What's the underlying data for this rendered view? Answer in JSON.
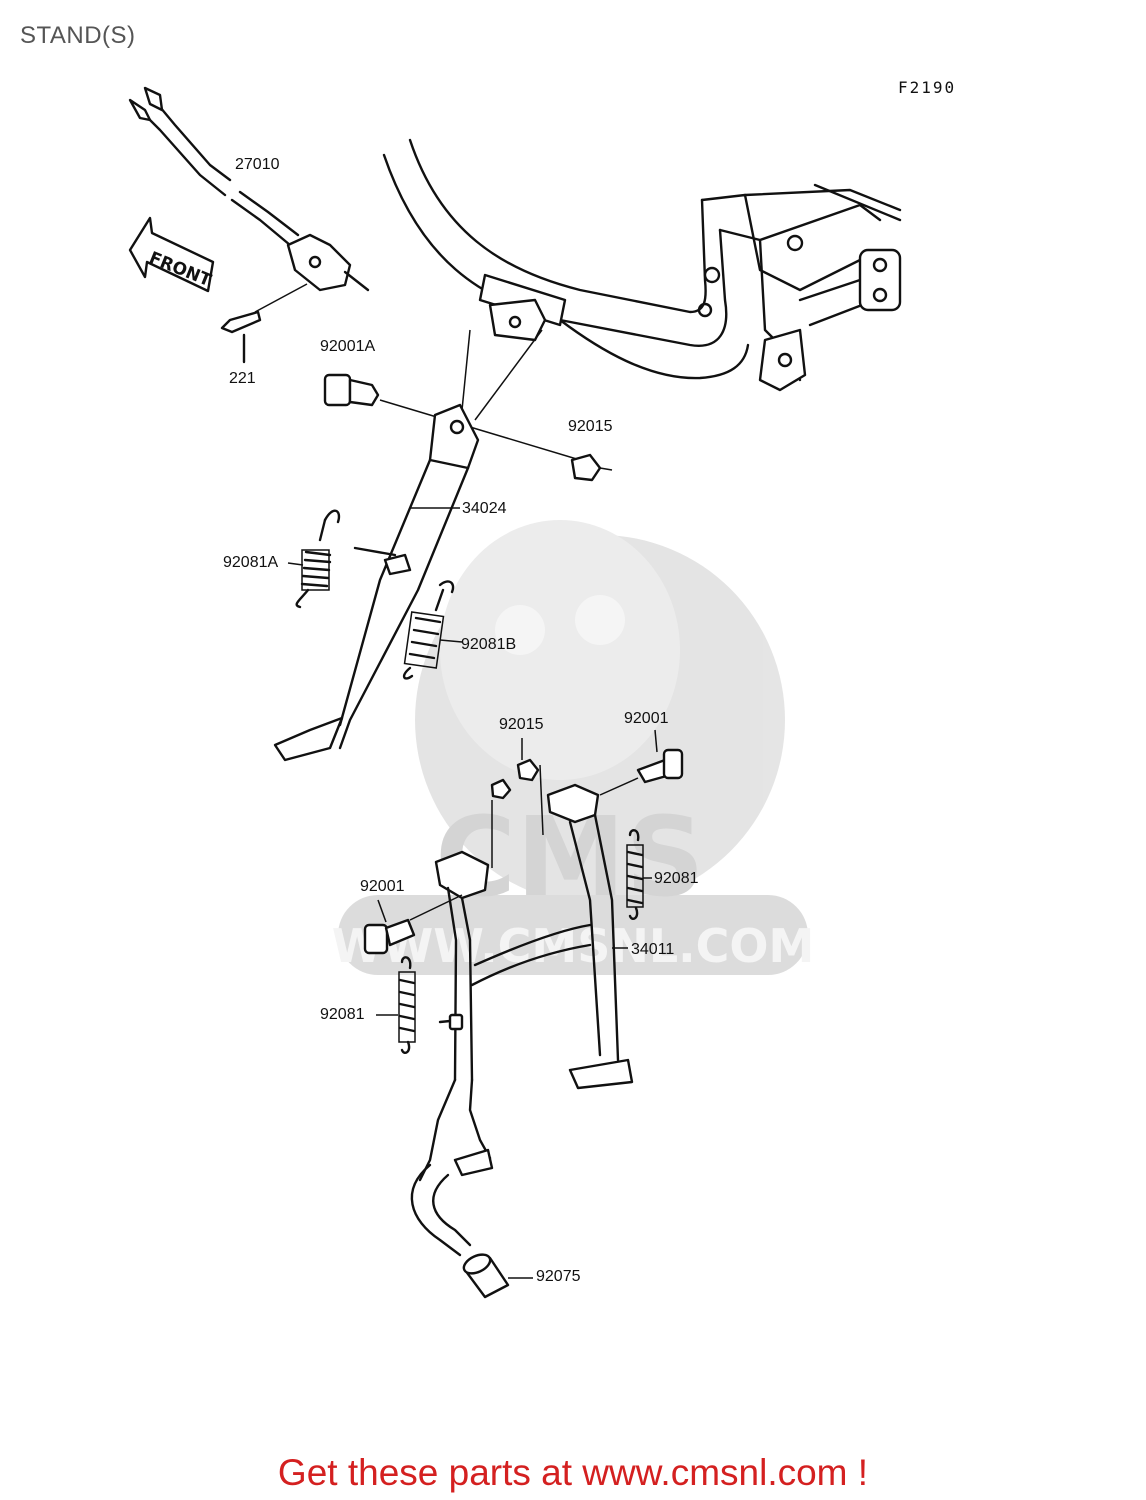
{
  "page_title": "STAND(S)",
  "diagram_code": "F2190",
  "front_arrow_label": "FRONT",
  "watermark": {
    "text": "WWW.CMSNL.COM",
    "logo_text": "CMS"
  },
  "part_labels": {
    "p27010": "27010",
    "p221": "221",
    "p92001A": "92001A",
    "p92015_top": "92015",
    "p34024": "34024",
    "p92081A": "92081A",
    "p92081B": "92081B",
    "p92015_mid": "92015",
    "p92001_right": "92001",
    "p92001_left": "92001",
    "p92081_right": "92081",
    "p34011": "34011",
    "p92081_left": "92081",
    "p92075": "92075"
  },
  "footer_link_text": "Get these parts at www.cmsnl.com !",
  "colors": {
    "footer_link": "#d42020",
    "title": "#555555",
    "linework": "#111111",
    "watermark": "#d9d9d9"
  }
}
